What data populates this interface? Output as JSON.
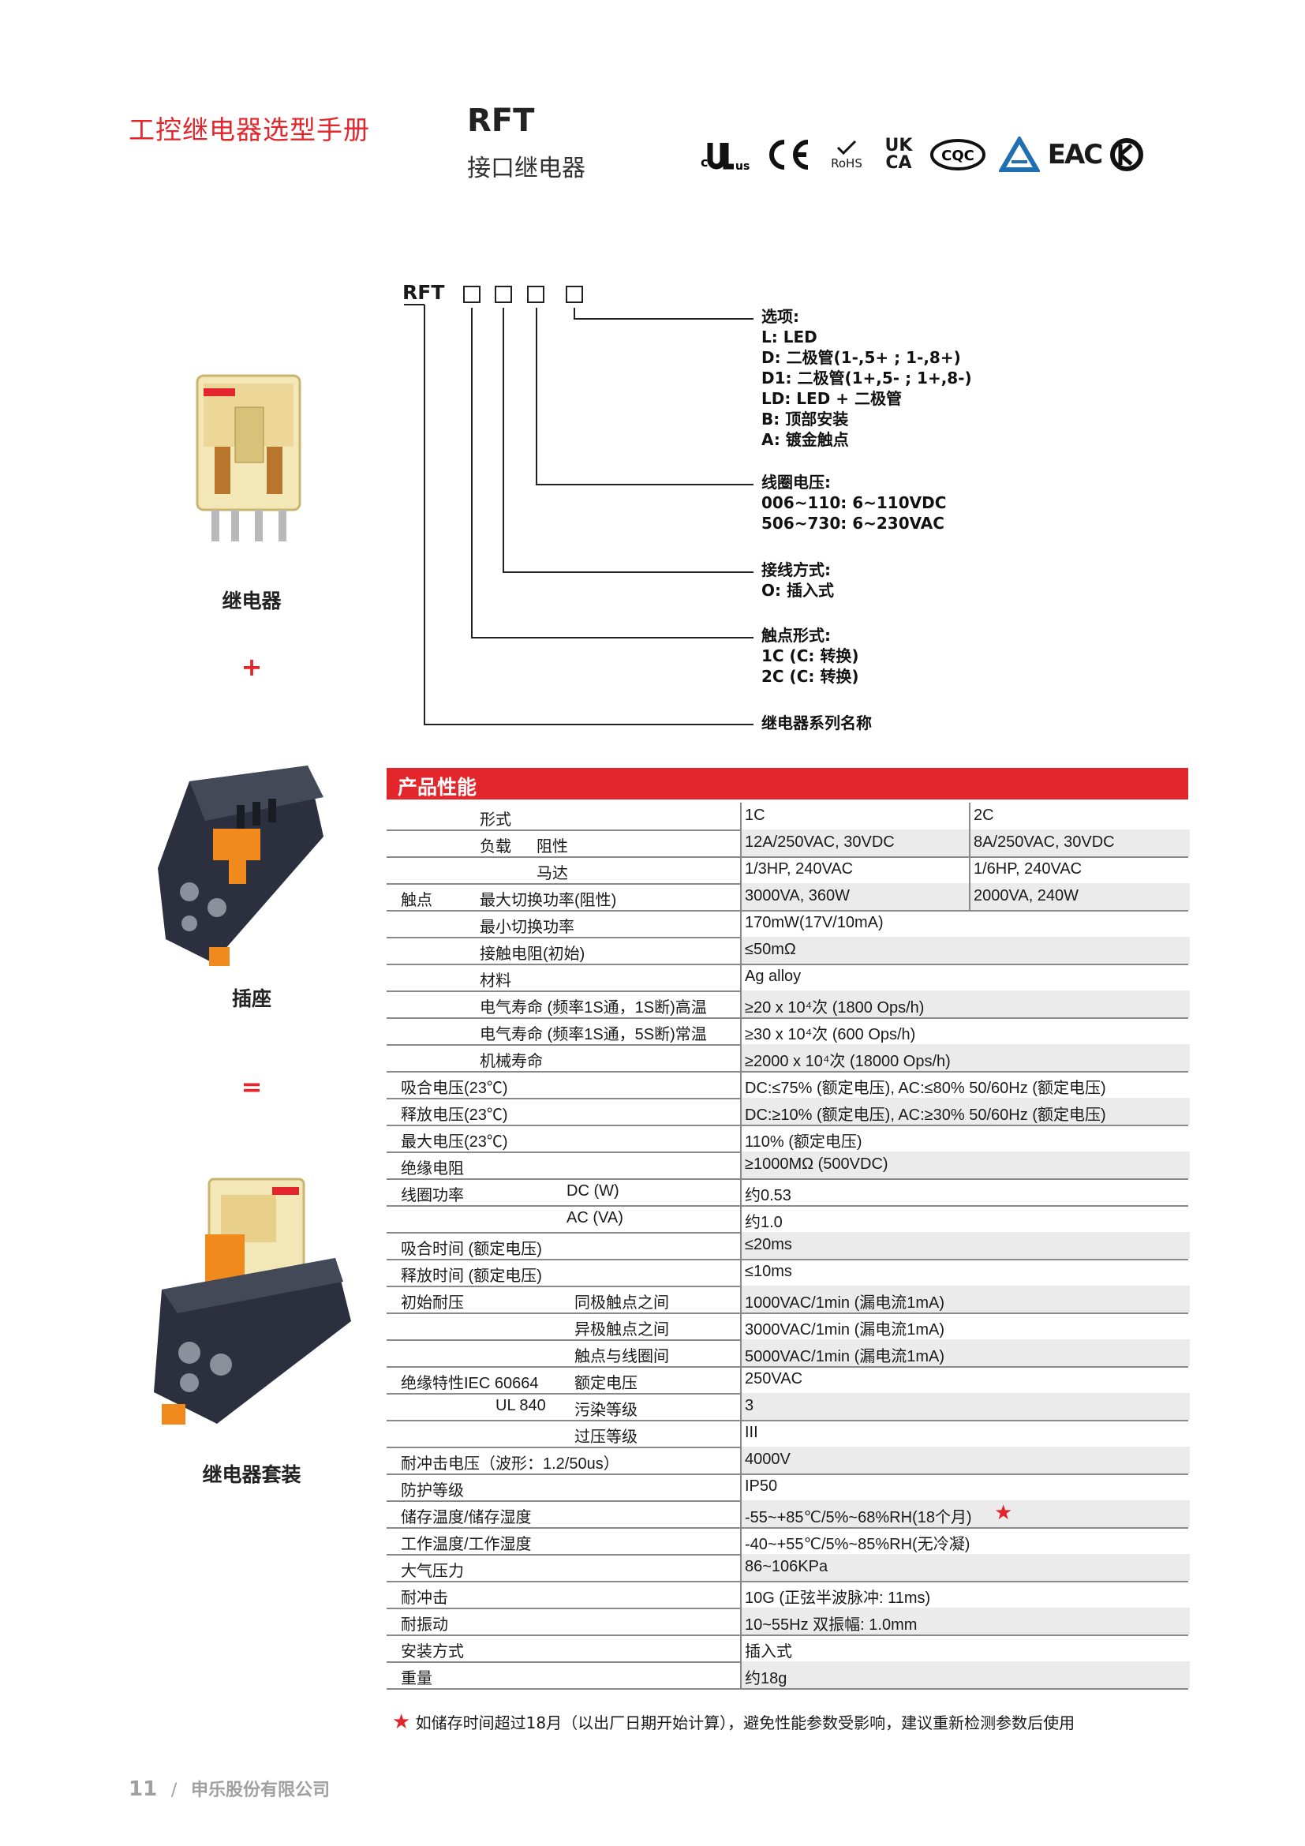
{
  "header": {
    "manual_title": "工控继电器选型手册",
    "model": "RFT",
    "model_subtitle": "接口继电器",
    "certifications": [
      {
        "name": "cURus",
        "icon": "ul-recognized-icon",
        "text": "c",
        "text2": "us"
      },
      {
        "name": "CE",
        "icon": "ce-mark-icon",
        "text": "CE"
      },
      {
        "name": "RoHS",
        "icon": "rohs-icon",
        "text": "RoHS"
      },
      {
        "name": "UKCA",
        "icon": "ukca-icon",
        "text": "UK",
        "text2": "CA"
      },
      {
        "name": "CQC",
        "icon": "cqc-icon",
        "text": "CQC"
      },
      {
        "name": "TUV",
        "icon": "triangle-cert-icon"
      },
      {
        "name": "EAC",
        "icon": "eac-icon",
        "text": "EAC"
      },
      {
        "name": "KC",
        "icon": "kc-mark-icon"
      }
    ]
  },
  "ordering": {
    "code": "RFT",
    "options": {
      "head": "选项:",
      "lines": [
        "L: LED",
        "D: 二极管(1-,5+ ; 1-,8+)",
        "D1: 二极管(1+,5- ; 1+,8-)",
        "LD: LED + 二极管",
        "B: 顶部安装",
        "A: 镀金触点"
      ]
    },
    "coil_voltage": {
      "head": "线圈电压:",
      "lines": [
        "006~110: 6~110VDC",
        "506~730: 6~230VAC"
      ]
    },
    "wiring": {
      "head": "接线方式:",
      "lines": [
        "O: 插入式"
      ]
    },
    "contact_form": {
      "head": "触点形式:",
      "lines": [
        "1C (C: 转换)",
        "2C (C: 转换)"
      ]
    },
    "series": {
      "head": "继电器系列名称"
    }
  },
  "left_column": {
    "relay_label": "继电器",
    "plus": "+",
    "socket_label": "插座",
    "equals": "=",
    "kit_label": "继电器套装"
  },
  "spec": {
    "title": "产品性能",
    "rows": [
      {
        "c0": "",
        "c1": "形式",
        "c2": "",
        "v1": "1C",
        "v2": "2C"
      },
      {
        "c0": "",
        "c1": "负载",
        "c2": "阻性",
        "v1": "12A/250VAC, 30VDC",
        "v2": "8A/250VAC, 30VDC"
      },
      {
        "c0": "",
        "c1": "",
        "c2": "马达",
        "v1": "1/3HP, 240VAC",
        "v2": "1/6HP, 240VAC"
      },
      {
        "c0": "触点",
        "c1": "最大切换功率(阻性)",
        "c2": "",
        "v1": "3000VA, 360W",
        "v2": "2000VA, 240W"
      },
      {
        "c0": "",
        "c1": "最小切换功率",
        "c2": "",
        "v1": "170mW(17V/10mA)",
        "v2": ""
      },
      {
        "c0": "",
        "c1": "接触电阻(初始)",
        "c2": "",
        "v1": "≤50mΩ",
        "v2": ""
      },
      {
        "c0": "",
        "c1": "材料",
        "c2": "",
        "v1": "Ag alloy",
        "v2": ""
      },
      {
        "c0": "",
        "c1": "电气寿命 (频率1S通，1S断)高温",
        "c2": "",
        "v1": "≥20 x 10⁴次 (1800 Ops/h)",
        "v2": ""
      },
      {
        "c0": "",
        "c1": "电气寿命 (频率1S通，5S断)常温",
        "c2": "",
        "v1": "≥30 x 10⁴次 (600 Ops/h)",
        "v2": ""
      },
      {
        "c0": "",
        "c1": "机械寿命",
        "c2": "",
        "v1": "≥2000 x 10⁴次 (18000 Ops/h)",
        "v2": ""
      },
      {
        "c0": "吸合电压(23℃)",
        "c1": "",
        "c2": "",
        "v1": "DC:≤75% (额定电压), AC:≤80% 50/60Hz (额定电压)",
        "v2": ""
      },
      {
        "c0": "释放电压(23℃)",
        "c1": "",
        "c2": "",
        "v1": "DC:≥10% (额定电压), AC:≥30% 50/60Hz (额定电压)",
        "v2": ""
      },
      {
        "c0": "最大电压(23℃)",
        "c1": "",
        "c2": "",
        "v1": "110% (额定电压)",
        "v2": ""
      },
      {
        "c0": "绝缘电阻",
        "c1": "",
        "c2": "",
        "v1": "≥1000MΩ (500VDC)",
        "v2": ""
      },
      {
        "c0": "线圈功率",
        "c1": "",
        "c2": "DC (W)",
        "v1": "约0.53",
        "v2": ""
      },
      {
        "c0": "",
        "c1": "",
        "c2": "AC (VA)",
        "v1": "约1.0",
        "v2": ""
      },
      {
        "c0": "吸合时间 (额定电压)",
        "c1": "",
        "c2": "",
        "v1": "≤20ms",
        "v2": ""
      },
      {
        "c0": "释放时间 (额定电压)",
        "c1": "",
        "c2": "",
        "v1": "≤10ms",
        "v2": ""
      },
      {
        "c0": "初始耐压",
        "c1": "",
        "c2": "同极触点之间",
        "v1": "1000VAC/1min (漏电流1mA)",
        "v2": ""
      },
      {
        "c0": "",
        "c1": "",
        "c2": "异极触点之间",
        "v1": "3000VAC/1min (漏电流1mA)",
        "v2": ""
      },
      {
        "c0": "",
        "c1": "",
        "c2": "触点与线圈间",
        "v1": "5000VAC/1min (漏电流1mA)",
        "v2": ""
      },
      {
        "c0": "绝缘特性IEC 60664",
        "c1": "",
        "c2": "额定电压",
        "v1": "250VAC",
        "v2": ""
      },
      {
        "c0": "UL 840",
        "c1": "",
        "c2": "污染等级",
        "v1": "3",
        "v2": ""
      },
      {
        "c0": "",
        "c1": "",
        "c2": "过压等级",
        "v1": "III",
        "v2": ""
      },
      {
        "c0": "耐冲击电压（波形：1.2/50us）",
        "c1": "",
        "c2": "",
        "v1": "4000V",
        "v2": ""
      },
      {
        "c0": "防护等级",
        "c1": "",
        "c2": "",
        "v1": "IP50",
        "v2": ""
      },
      {
        "c0": "储存温度/储存湿度",
        "c1": "",
        "c2": "",
        "v1": "-55~+85℃/5%~68%RH(18个月)",
        "v2": ""
      },
      {
        "c0": "工作温度/工作湿度",
        "c1": "",
        "c2": "",
        "v1": "-40~+55℃/5%~85%RH(无冷凝)",
        "v2": ""
      },
      {
        "c0": "大气压力",
        "c1": "",
        "c2": "",
        "v1": "86~106KPa",
        "v2": ""
      },
      {
        "c0": "耐冲击",
        "c1": "",
        "c2": "",
        "v1": "10G (正弦半波脉冲: 11ms)",
        "v2": ""
      },
      {
        "c0": "耐振动",
        "c1": "",
        "c2": "",
        "v1": "10~55Hz 双振幅: 1.0mm",
        "v2": ""
      },
      {
        "c0": "安装方式",
        "c1": "",
        "c2": "",
        "v1": "插入式",
        "v2": ""
      },
      {
        "c0": "重量",
        "c1": "",
        "c2": "",
        "v1": "约18g",
        "v2": ""
      }
    ],
    "star_mark": "★",
    "footnote": "如储存时间超过18月（以出厂日期开始计算），避免性能参数受影响，建议重新检测参数后使用"
  },
  "footer": {
    "page_number": "11",
    "separator": "/",
    "company": "申乐股份有限公司"
  },
  "colors": {
    "accent": "#e3262b",
    "shade": "#ebebeb",
    "rule": "#8a8a8a"
  }
}
